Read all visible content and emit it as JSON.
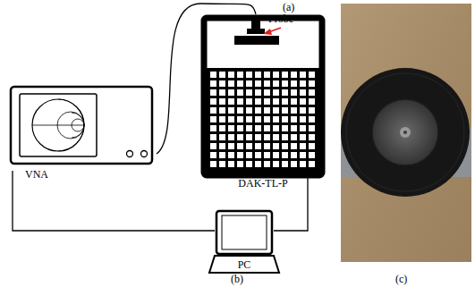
{
  "diagram": {
    "nodes": [
      {
        "text": [
          "VNA"
        ]
      },
      {
        "text": [
          "DAK-TL-P"
        ]
      },
      {
        "text": [
          "PC"
        ]
      }
    ],
    "edges": [
      {
        "from": 0,
        "to": 1,
        "arrow": "none"
      },
      {
        "from": 0,
        "to": 2,
        "arrow": "none"
      },
      {
        "from": 1,
        "to": 2,
        "arrow": "none"
      }
    ],
    "labels": [
      "(a)",
      "Probe",
      "(b)",
      "(c)"
    ]
  }
}
